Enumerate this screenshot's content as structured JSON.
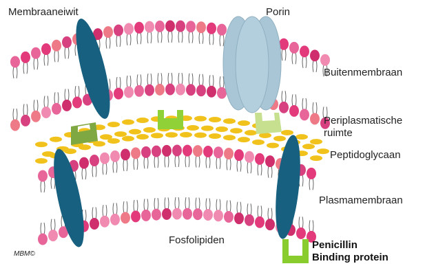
{
  "labels": {
    "membrane_protein": "Membraaneiwit",
    "porin": "Porin",
    "outer_membrane": "Buitenmembraan",
    "periplasm_line1": "Periplasmatische",
    "periplasm_line2": "ruimte",
    "peptidoglycan": "Peptidoglycaan",
    "plasma_membrane": "Plasmamembraan",
    "phospholipids": "Fosfolipiden",
    "credit": "MBM©"
  },
  "legend": {
    "line1": "Penicillin",
    "line2": "Binding protein"
  },
  "colors": {
    "lipid_heads": [
      "#e23a7a",
      "#d8417f",
      "#e8659a",
      "#ef7a87",
      "#cf2f6c",
      "#f08ab0"
    ],
    "lipid_tails": "#555555",
    "membrane_protein": "#17607f",
    "porin": "#a9c6d6",
    "pbp_dark": "#7fa842",
    "pbp_bright": "#8fd137",
    "pbp_pale": "#c6e08f",
    "peptidoglycan": "#f2c21c",
    "legend_icon": "#88cc2e"
  }
}
